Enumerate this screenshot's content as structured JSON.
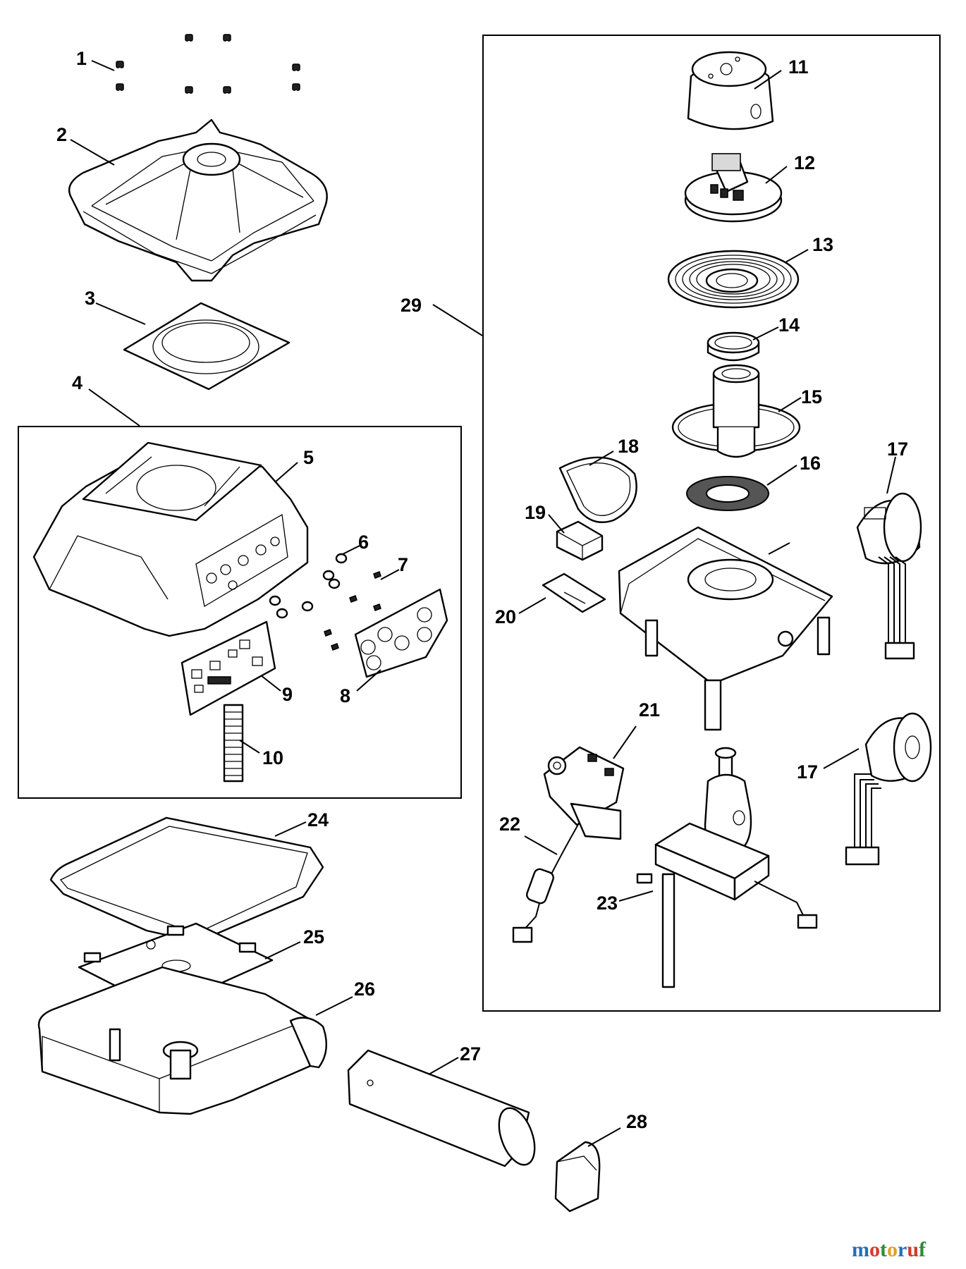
{
  "callouts": {
    "c1": "1",
    "c2": "2",
    "c3": "3",
    "c4": "4",
    "c5": "5",
    "c6": "6",
    "c7": "7",
    "c8": "8",
    "c9": "9",
    "c10": "10",
    "c11": "11",
    "c12": "12",
    "c13": "13",
    "c14": "14",
    "c15": "15",
    "c16": "16",
    "c17a": "17",
    "c17b": "17",
    "c18": "18",
    "c19": "19",
    "c20": "20",
    "c21": "21",
    "c22": "22",
    "c23": "23",
    "c24": "24",
    "c25": "25",
    "c26": "26",
    "c27": "27",
    "c28": "28",
    "c29": "29"
  },
  "watermark": {
    "text": "motoruf",
    "colors": [
      "#2a6db5",
      "#d23a2a",
      "#2e8b3a",
      "#e0a020",
      "#2a6db5",
      "#d23a2a",
      "#2e8b3a"
    ]
  }
}
